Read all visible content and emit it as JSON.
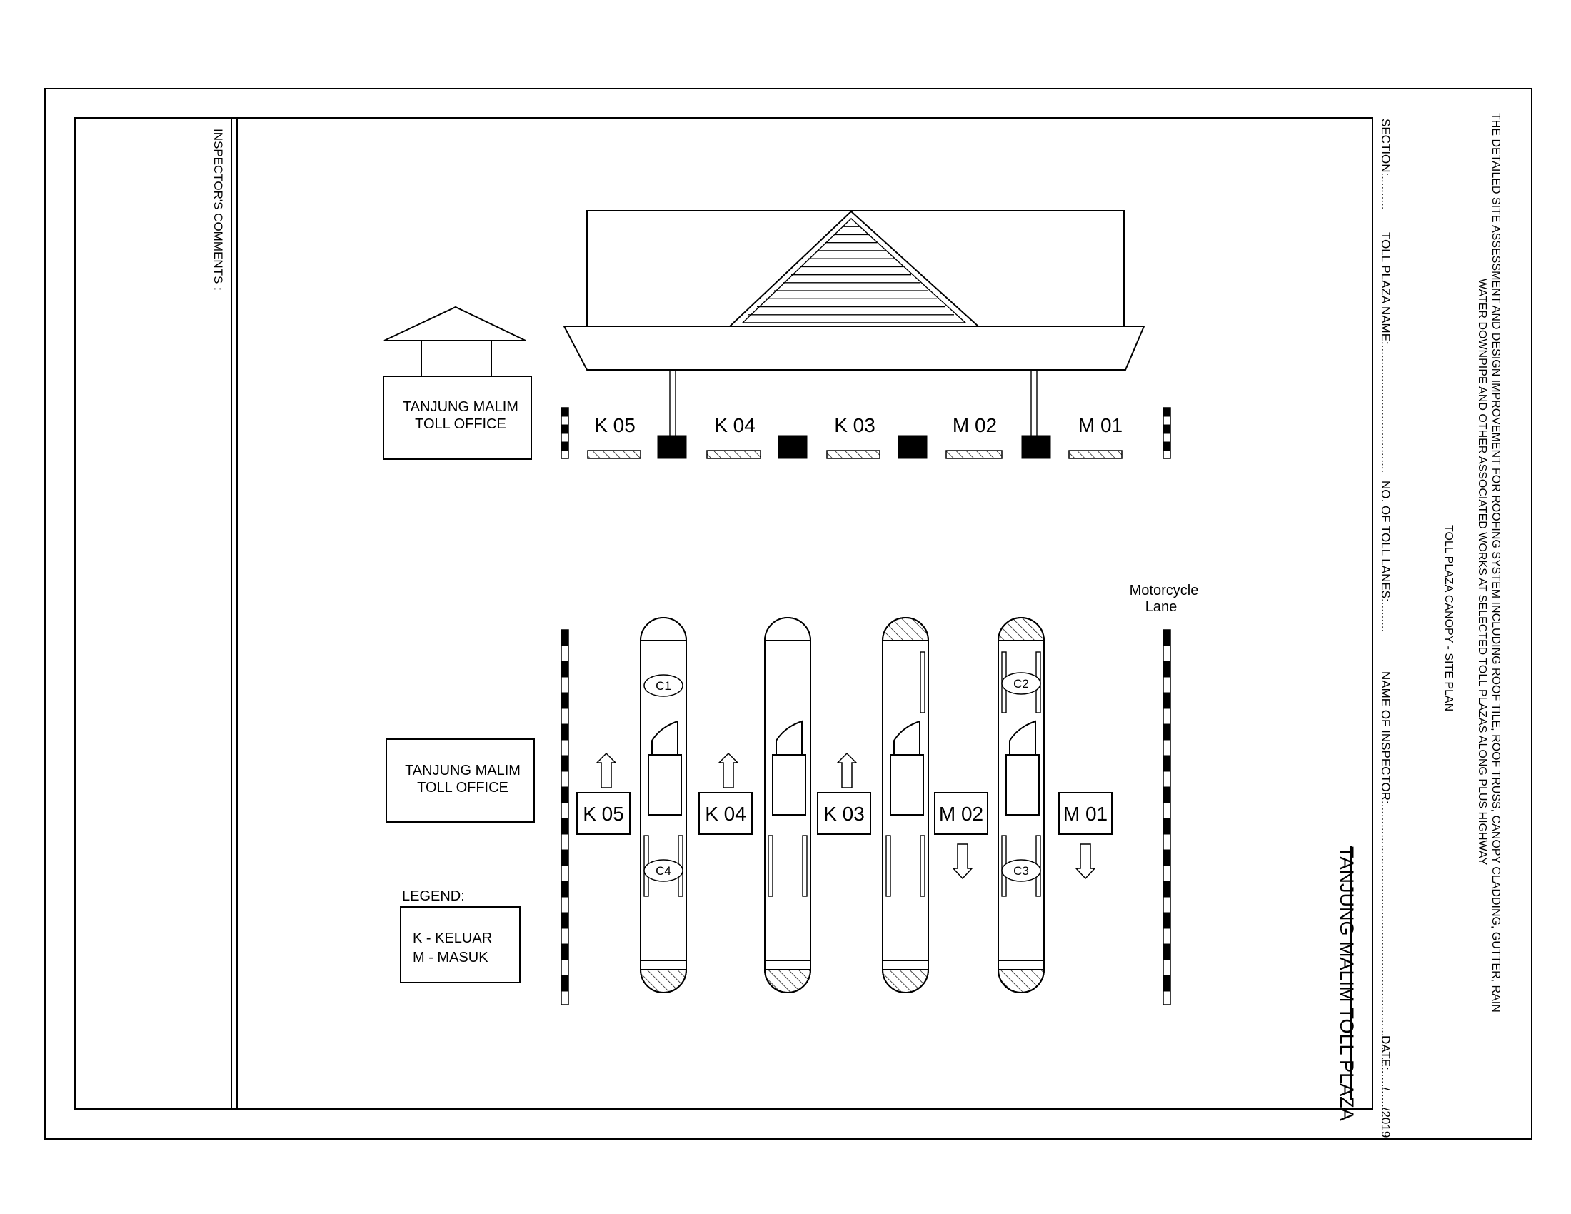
{
  "title_block": {
    "project_title_line1": "THE DETAILED SITE ASSESSMENT AND DESIGN IMPROVEMENT FOR ROOFING SYSTEM INCLUDING ROOF TILE, ROOF TRUSS, CANOPY CLADDING, GUTTER, RAIN",
    "project_title_line2": "WATER DOWNPIPE AND OTHER ASSOCIATED WORKS AT SELECTED TOLL PLAZAS ALONG PLUS HIGHWAY",
    "drawing_title": "TOLL PLAZA CANOPY - SITE PLAN",
    "section_field": "SECTION:..........",
    "toll_plaza_name_field": "TOLL PLAZA NAME:......................................",
    "no_of_lanes_field": "NO. OF TOLL LANES:.........",
    "inspector_name_field": "NAME OF INSPECTOR:.............................................................................................",
    "date_field": "DATE:...../...../2019",
    "plaza_name": "TANJUNG MALIM TOLL PLAZA"
  },
  "comments": {
    "label": "INSPECTOR'S COMMENTS :"
  },
  "elevation": {
    "office_label_line1": "TANJUNG MALIM",
    "office_label_line2": "TOLL OFFICE",
    "lane_labels": [
      "K 05",
      "K 04",
      "K 03",
      "M 02",
      "M 01"
    ]
  },
  "plan": {
    "office_label_line1": "TANJUNG MALIM",
    "office_label_line2": "TOLL OFFICE",
    "lane_labels": [
      "K 05",
      "K 04",
      "K 03",
      "M 02",
      "M 01"
    ],
    "lane_directions": [
      "up",
      "up",
      "up",
      "down",
      "down"
    ],
    "column_labels": [
      "C1",
      "C2",
      "C3",
      "C4"
    ],
    "motorcycle_lane_line1": "Motorcycle",
    "motorcycle_lane_line2": "Lane",
    "legend_title": "LEGEND:",
    "legend_k": "K  - KELUAR",
    "legend_m": "M - MASUK"
  }
}
